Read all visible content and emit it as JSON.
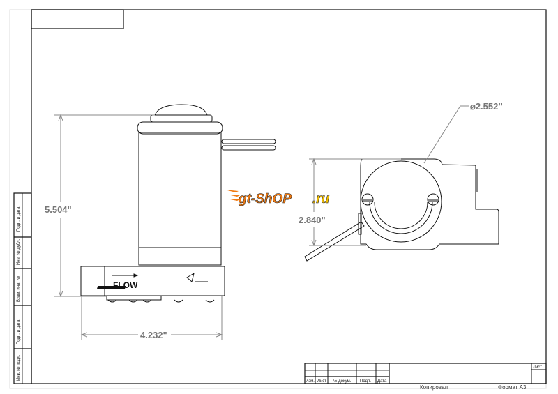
{
  "drawing": {
    "side_view": {
      "height_dim": "5.504\"",
      "width_dim": "4.232\"",
      "flow_label": "FLOW"
    },
    "front_view": {
      "diameter_dim": "⌀2.552\"",
      "height_dim": "2.840\""
    },
    "watermark": {
      "text_main": "gt-ShOP",
      "text_suffix": ".ru",
      "color_main": "#f07a12",
      "color_suffix": "#f5c000"
    }
  },
  "margin_strip": {
    "labels": [
      "Подп. и дата",
      "Инв. № дубл.",
      "Взам. инв. №",
      "Подп. и дата",
      "Инв. № подл."
    ]
  },
  "title_block": {
    "columns": [
      "Изм.",
      "Лист",
      "№ докум.",
      "Подп.",
      "Дата"
    ],
    "sheet_label": "Лист",
    "copied_label": "Копировал",
    "format_label": "Формат А3"
  }
}
